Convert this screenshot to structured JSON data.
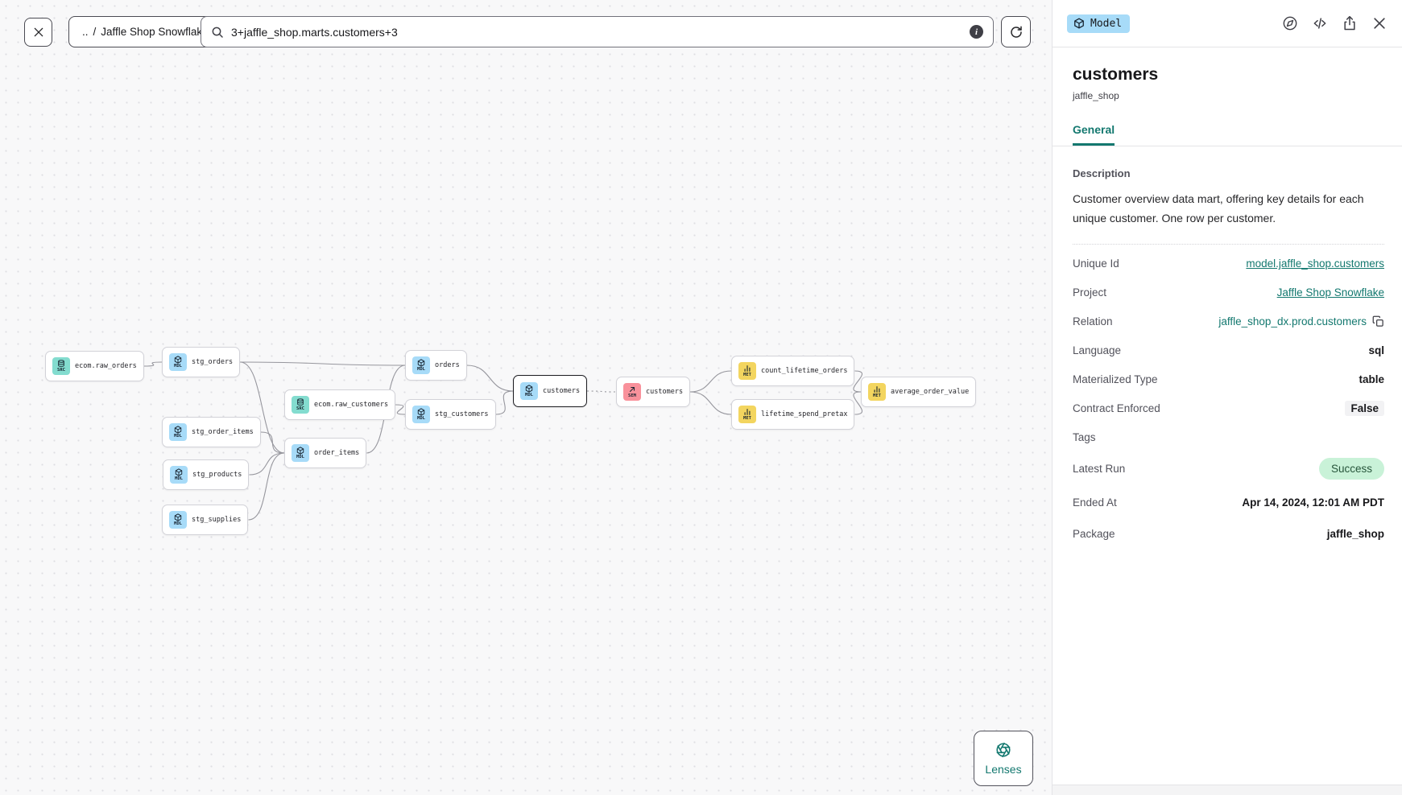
{
  "toolbar": {
    "breadcrumb_up": "..",
    "breadcrumb_sep": "/",
    "breadcrumb_project": "Jaffle Shop Snowflake",
    "search_value": "3+jaffle_shop.marts.customers+3"
  },
  "lenses": {
    "label": "Lenses"
  },
  "graph": {
    "nodes": [
      {
        "id": "raw_orders",
        "label": "ecom.raw_orders",
        "type": "source",
        "type_label": "SRC",
        "selected": false
      },
      {
        "id": "stg_orders",
        "label": "stg_orders",
        "type": "model",
        "type_label": "MDL",
        "selected": false
      },
      {
        "id": "stg_order_items",
        "label": "stg_order_items",
        "type": "model",
        "type_label": "MDL",
        "selected": false
      },
      {
        "id": "stg_products",
        "label": "stg_products",
        "type": "model",
        "type_label": "MDL",
        "selected": false
      },
      {
        "id": "stg_supplies",
        "label": "stg_supplies",
        "type": "model",
        "type_label": "MDL",
        "selected": false
      },
      {
        "id": "raw_customers",
        "label": "ecom.raw_customers",
        "type": "source",
        "type_label": "SRC",
        "selected": false
      },
      {
        "id": "order_items",
        "label": "order_items",
        "type": "model",
        "type_label": "MDL",
        "selected": false
      },
      {
        "id": "orders",
        "label": "orders",
        "type": "model",
        "type_label": "MDL",
        "selected": false
      },
      {
        "id": "stg_customers",
        "label": "stg_customers",
        "type": "model",
        "type_label": "MDL",
        "selected": false
      },
      {
        "id": "customers_model",
        "label": "customers",
        "type": "model",
        "type_label": "MDL",
        "selected": true
      },
      {
        "id": "customers_sem",
        "label": "customers",
        "type": "semantic",
        "type_label": "SEM",
        "selected": false
      },
      {
        "id": "count_lifetime_orders",
        "label": "count_lifetime_orders",
        "type": "metric",
        "type_label": "MET",
        "selected": false
      },
      {
        "id": "lifetime_spend_pretax",
        "label": "lifetime_spend_pretax",
        "type": "metric",
        "type_label": "MET",
        "selected": false
      },
      {
        "id": "average_order_value",
        "label": "average_order_value",
        "type": "metric",
        "type_label": "MET",
        "selected": false
      }
    ],
    "edges": [
      {
        "from": "raw_orders",
        "to": "stg_orders",
        "dashed": false
      },
      {
        "from": "stg_orders",
        "to": "orders",
        "dashed": false
      },
      {
        "from": "stg_orders",
        "to": "order_items",
        "dashed": false
      },
      {
        "from": "stg_order_items",
        "to": "order_items",
        "dashed": false
      },
      {
        "from": "stg_products",
        "to": "order_items",
        "dashed": false
      },
      {
        "from": "stg_supplies",
        "to": "order_items",
        "dashed": false
      },
      {
        "from": "raw_customers",
        "to": "stg_customers",
        "dashed": false
      },
      {
        "from": "order_items",
        "to": "orders",
        "dashed": false
      },
      {
        "from": "orders",
        "to": "customers_model",
        "dashed": false
      },
      {
        "from": "stg_customers",
        "to": "customers_model",
        "dashed": false
      },
      {
        "from": "customers_model",
        "to": "customers_sem",
        "dashed": true
      },
      {
        "from": "customers_sem",
        "to": "count_lifetime_orders",
        "dashed": false
      },
      {
        "from": "customers_sem",
        "to": "lifetime_spend_pretax",
        "dashed": false
      },
      {
        "from": "count_lifetime_orders",
        "to": "average_order_value",
        "dashed": false
      },
      {
        "from": "lifetime_spend_pretax",
        "to": "average_order_value",
        "dashed": false
      }
    ]
  },
  "panel": {
    "type_badge": "Model",
    "title": "customers",
    "subtitle": "jaffle_shop",
    "tabs": [
      {
        "label": "General",
        "active": true
      }
    ],
    "description_label": "Description",
    "description": "Customer overview data mart, offering key details for each unique customer. One row per customer.",
    "fields": [
      {
        "label": "Unique Id",
        "value": "model.jaffle_shop.customers",
        "kind": "link"
      },
      {
        "label": "Project",
        "value": "Jaffle Shop Snowflake",
        "kind": "link"
      },
      {
        "label": "Relation",
        "value": "jaffle_shop_dx.prod.customers",
        "kind": "copy"
      },
      {
        "label": "Language",
        "value": "sql",
        "kind": "plain"
      },
      {
        "label": "Materialized Type",
        "value": "table",
        "kind": "plain"
      },
      {
        "label": "Contract Enforced",
        "value": "False",
        "kind": "badge-gray"
      },
      {
        "label": "Tags",
        "value": "",
        "kind": "empty"
      },
      {
        "label": "Latest Run",
        "value": "Success",
        "kind": "badge-success"
      },
      {
        "label": "Ended At",
        "value": "Apr 14, 2024, 12:01 AM PDT",
        "kind": "plain"
      },
      {
        "label": "Package",
        "value": "jaffle_shop",
        "kind": "plain"
      }
    ]
  },
  "colors": {
    "accent_teal": "#13786F",
    "source_icon": "#83DCCF",
    "model_icon": "#A7DBF8",
    "semantic_icon": "#F9919B",
    "metric_icon": "#F3D55F",
    "success_bg": "#C9F2D8",
    "selected_border": "#1B1B20"
  }
}
